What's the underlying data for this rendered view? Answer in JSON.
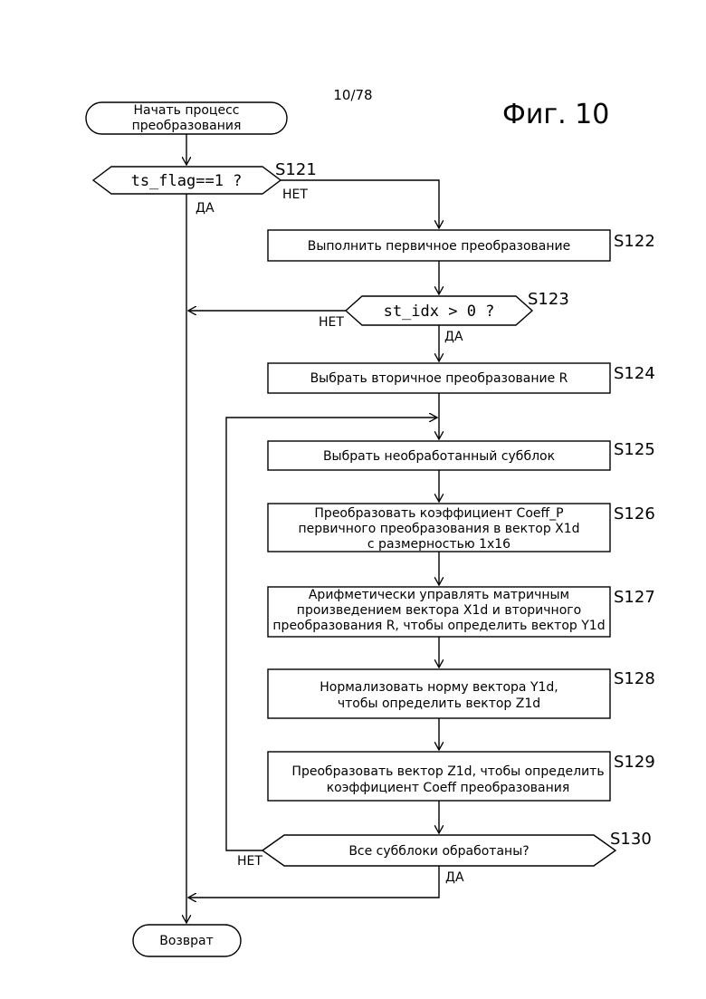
{
  "page_number": "10/78",
  "figure_label": "Фиг. 10",
  "start": {
    "line1": "Начать процесс",
    "line2": "преобразования"
  },
  "end": "Возврат",
  "decisions": {
    "s121": {
      "text": "ts_flag==1 ?",
      "step": "S121",
      "no": "НЕТ",
      "yes": "ДА"
    },
    "s123": {
      "text": "st_idx > 0 ?",
      "step": "S123",
      "no": "НЕТ",
      "yes": "ДА"
    },
    "s130": {
      "text": "Все субблоки обработаны?",
      "step": "S130",
      "no": "НЕТ",
      "yes": "ДА"
    }
  },
  "processes": {
    "s122": {
      "step": "S122",
      "lines": [
        "Выполнить первичное преобразование"
      ]
    },
    "s124": {
      "step": "S124",
      "lines": [
        "Выбрать вторичное преобразование R"
      ]
    },
    "s125": {
      "step": "S125",
      "lines": [
        "Выбрать необработанный субблок"
      ]
    },
    "s126": {
      "step": "S126",
      "lines": [
        "Преобразовать коэффициент Coeff_P",
        "первичного преобразования в вектор X1d",
        "с размерностью 1x16"
      ]
    },
    "s127": {
      "step": "S127",
      "lines": [
        "Арифметически управлять матричным",
        "произведением вектора X1d и вторичного",
        "преобразования R, чтобы определить вектор Y1d"
      ]
    },
    "s128": {
      "step": "S128",
      "lines": [
        "Нормализовать норму вектора Y1d,",
        "чтобы определить вектор Z1d"
      ]
    },
    "s129": {
      "step": "S129",
      "lines": [
        "Преобразовать вектор Z1d, чтобы определить",
        "коэффициент Coeff преобразования"
      ]
    }
  }
}
